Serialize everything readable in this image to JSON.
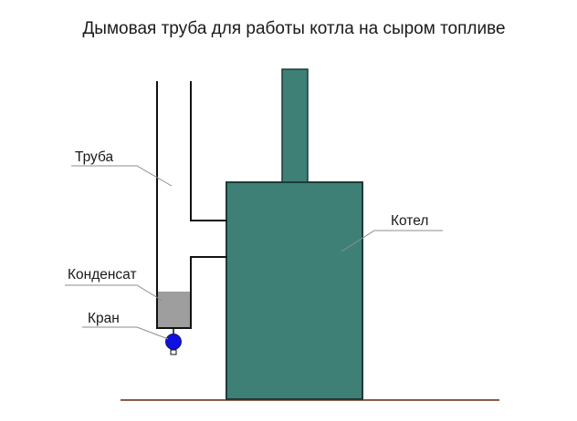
{
  "title": "Дымовая труба для работы котла на сыром топливе",
  "labels": {
    "pipe": "Труба",
    "condensate": "Конденсат",
    "valve": "Кран",
    "boiler": "Котел"
  },
  "colors": {
    "boiler_fill": "#3e8076",
    "boiler_stroke": "#1d3b37",
    "condensate_fill": "#9e9e9e",
    "valve_fill": "#1010e0",
    "ground_line": "#8b5a4a",
    "pipe_stroke": "#111111",
    "leader_line": "#8c8c8c"
  }
}
